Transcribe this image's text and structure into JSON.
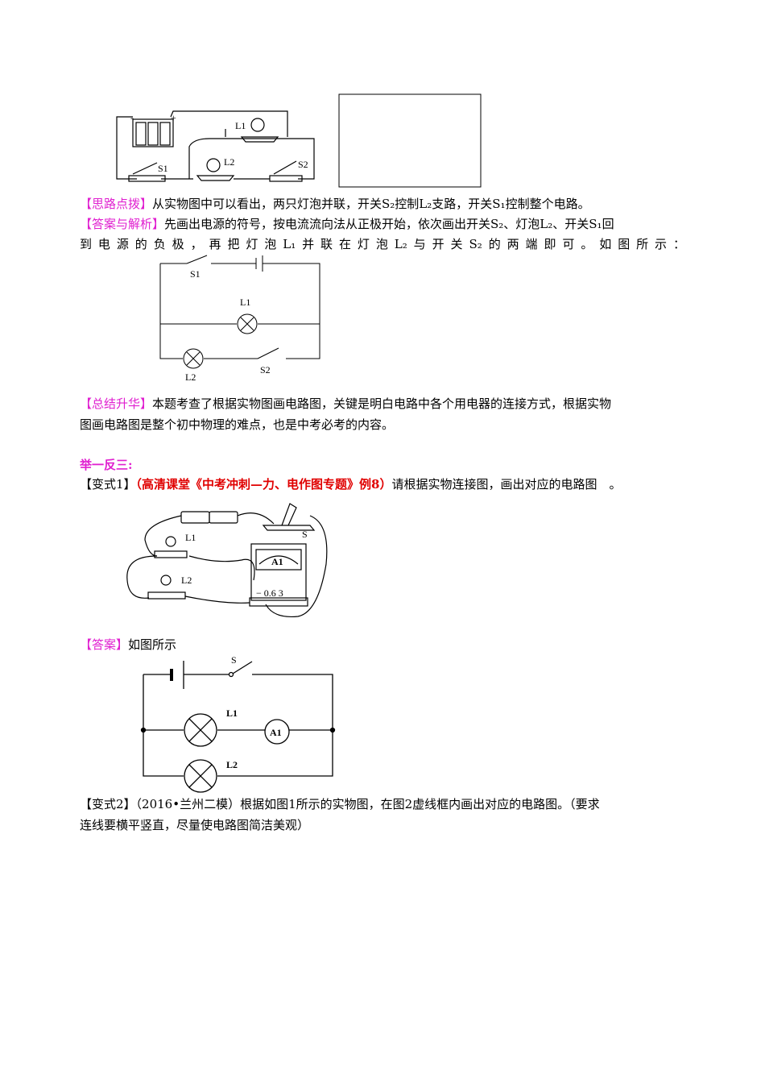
{
  "figure1": {
    "labels": {
      "l1": "L1",
      "l2": "L2",
      "s1": "S1",
      "s2": "S2",
      "plus": "+",
      "minus": "-"
    }
  },
  "para1": {
    "tag": "【思路点拨】",
    "text": "从实物图中可以看出，两只灯泡并联，开关S₂控制L₂支路，开关S₁控制整个电路。"
  },
  "para2": {
    "tag": "【答案与解析】",
    "text1": "先画出电源的符号，按电流流向法从正极开始，依次画出开关S₂、灯泡L₂、开关S₁回",
    "text2": "到电源的负极，再把灯泡L₁并联在灯泡L₂与开关S₂的两端即可。如图所示："
  },
  "circuit1": {
    "labels": {
      "s1": "S1",
      "l1": "L1",
      "l2": "L2",
      "s2": "S2"
    }
  },
  "para3": {
    "tag": "【总结升华】",
    "text1": "本题考查了根据实物图画电路图，关键是明白电路中各个用电器的连接方式，根据实物",
    "text2": "图画电路图是整个初中物理的难点，也是中考必考的内容。"
  },
  "section": {
    "title": "举一反三:"
  },
  "variant1": {
    "tag": "【变式1】",
    "source": "（高清课堂《中考冲刺—力、电作图专题》例8）",
    "text": "请根据实物连接图，画出对应的电路图　。"
  },
  "figure2": {
    "labels": {
      "l1": "L1",
      "l2": "L2",
      "s": "S",
      "a1": "A1",
      "terminals": "− 0.6 3"
    }
  },
  "answer1": {
    "tag": "【答案】",
    "text": "如图所示"
  },
  "circuit2": {
    "labels": {
      "s": "S",
      "l1": "L1",
      "l2": "L2",
      "a1": "A1"
    }
  },
  "variant2": {
    "tag": "【变式2】",
    "text1": "（2016•兰州二模）根据如图1所示的实物图，在图2虚线框内画出对应的电路图。（要求",
    "text2": "连线要横平竖直，尽量使电路图简洁美观）"
  }
}
